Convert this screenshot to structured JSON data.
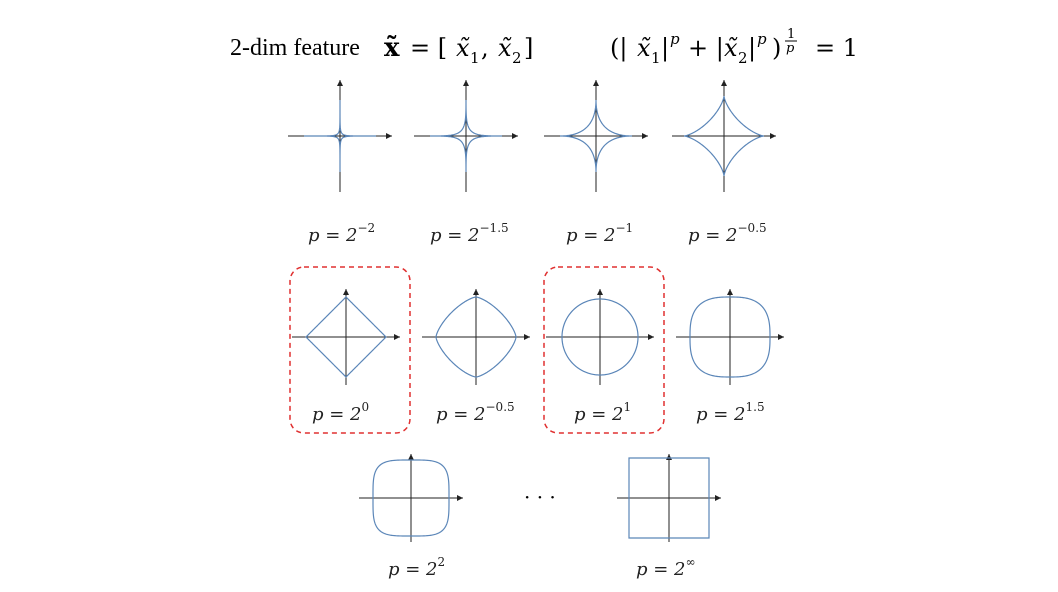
{
  "header": {
    "feature_label": "2-dim feature",
    "vector_lhs": "x̃",
    "vector_eq": "= [",
    "x1": "x̃",
    "sub1": "1",
    "comma": ",",
    "x2": "x̃",
    "sub2": "2",
    "vector_close": "]",
    "norm_open": "(|",
    "norm_x1": "x̃",
    "norm_sub1": "1",
    "norm_bar1": "|",
    "norm_p1": "p",
    "norm_plus": "+ |",
    "norm_x2": "x̃",
    "norm_sub2": "2",
    "norm_bar2": "|",
    "norm_p2": "p",
    "norm_close": ")",
    "exp_num": "1",
    "exp_den": "p",
    "norm_rhs": "= 1"
  },
  "colors": {
    "curve": "#5b86b8",
    "axis": "#222222",
    "highlight": "#e03030"
  },
  "ellipsis": "· · ·",
  "curves": [
    {
      "id": "p-2-neg2",
      "exponent": -2,
      "label_base": "p = 2",
      "label_exp": "−2",
      "highlighted": false
    },
    {
      "id": "p-2-neg1.5",
      "exponent": -1.5,
      "label_base": "p = 2",
      "label_exp": "−1.5",
      "highlighted": false
    },
    {
      "id": "p-2-neg1",
      "exponent": -1,
      "label_base": "p = 2",
      "label_exp": "−1",
      "highlighted": false
    },
    {
      "id": "p-2-neg0.5",
      "exponent": -0.5,
      "label_base": "p = 2",
      "label_exp": "−0.5",
      "highlighted": false
    },
    {
      "id": "p-2-0",
      "exponent": 0,
      "label_base": "p = 2",
      "label_exp": "0",
      "highlighted": true
    },
    {
      "id": "p-2-0.5",
      "exponent": 0.5,
      "label_base": "p = 2",
      "label_exp": "−0.5",
      "highlighted": false
    },
    {
      "id": "p-2-1",
      "exponent": 1,
      "label_base": "p = 2",
      "label_exp": "1",
      "highlighted": true
    },
    {
      "id": "p-2-1.5",
      "exponent": 1.5,
      "label_base": "p = 2",
      "label_exp": "1.5",
      "highlighted": false
    },
    {
      "id": "p-2-2",
      "exponent": 2,
      "label_base": "p = 2",
      "label_exp": "2",
      "highlighted": false
    },
    {
      "id": "p-2-inf",
      "exponent": null,
      "label_base": "p = 2",
      "label_exp": "∞",
      "highlighted": false
    }
  ]
}
